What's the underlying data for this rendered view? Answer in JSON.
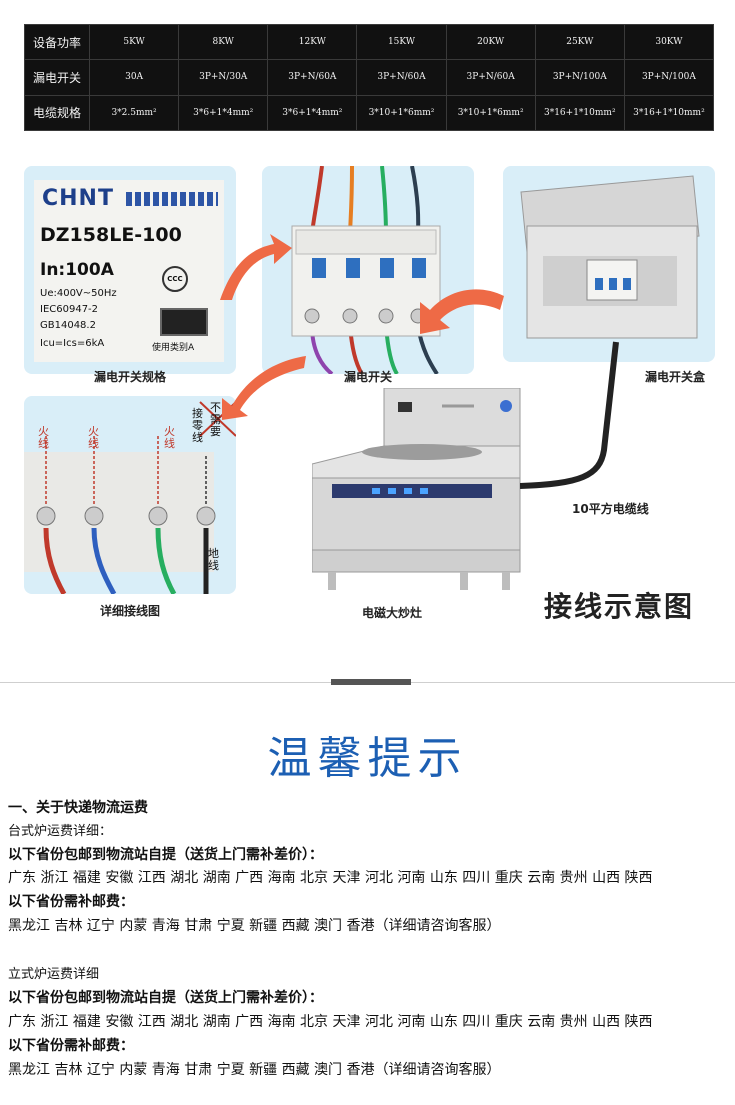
{
  "spec_table": {
    "rows": [
      {
        "label": "设备功率",
        "cells": [
          "5KW",
          "8KW",
          "12KW",
          "15KW",
          "20KW",
          "25KW",
          "30KW"
        ]
      },
      {
        "label": "漏电开关",
        "cells": [
          "30A",
          "3P+N/30A",
          "3P+N/60A",
          "3P+N/60A",
          "3P+N/60A",
          "3P+N/100A",
          "3P+N/100A"
        ]
      },
      {
        "label": "电缆规格",
        "cells": [
          "3*2.5mm²",
          "3*6+1*4mm²",
          "3*6+1*4mm²",
          "3*10+1*6mm²",
          "3*10+1*6mm²",
          "3*16+1*10mm²",
          "3*16+1*10mm²"
        ]
      }
    ]
  },
  "diagram": {
    "nameplate": {
      "brand": "CHNT",
      "model": "DZ158LE-100",
      "rating": "In:100A",
      "lines": [
        "Ue:400V~50Hz",
        "IEC60947-2",
        "GB14048.2",
        "Icu=Ics=6kA"
      ],
      "use_category": "使用类别A",
      "cert_mark": "CCC"
    },
    "labels": {
      "spec_panel": "漏电开关规格",
      "switch_panel": "漏电开关",
      "box_panel": "漏电开关盒",
      "wiring_panel": "详细接线图",
      "stove": "电磁大炒灶",
      "cable": "10平方电缆线",
      "title": "接线示意图"
    },
    "wiring_marks": {
      "live": [
        "火线",
        "火线",
        "火线"
      ],
      "neutral": "接零线",
      "not_needed": "不需要",
      "ground": "地线"
    }
  },
  "tips": {
    "title": "温馨提示",
    "section1_heading": "一、关于快递物流运费",
    "desktop_label": "台式炉运费详细：",
    "free_heading": "以下省份包邮到物流站自提（送货上门需补差价）：",
    "free_provinces": "广东 浙江 福建 安徽 江西 湖北 湖南 广西 海南 北京 天津 河北 河南 山东 四川 重庆 云南 贵州 山西 陕西",
    "paid_heading": "以下省份需补邮费：",
    "paid_provinces": "黑龙江 吉林 辽宁 内蒙 青海 甘肃 宁夏 新疆 西藏 澳门 香港（详细请咨询客服）",
    "standing_label": "立式炉运费详细",
    "free_heading2": "以下省份包邮到物流站自提（送货上门需补差价）：",
    "free_provinces2": "广东 浙江 福建 安徽 江西 湖北 湖南 广西 海南 北京 天津 河北 河南 山东 四川 重庆 云南 贵州 山西 陕西",
    "paid_heading2": "以下省份需补邮费：",
    "paid_provinces2": "黑龙江 吉林 辽宁 内蒙 青海 甘肃 宁夏 新疆 西藏 澳门 香港（详细请咨询客服）"
  }
}
